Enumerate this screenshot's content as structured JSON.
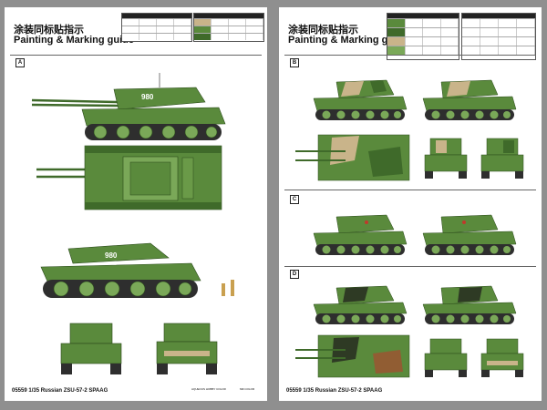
{
  "left_page": {
    "title_cn": "涂装同标贴指示",
    "title_en": "Painting & Marking guide",
    "section": "A",
    "footer": "05559 1/35 Russian ZSU-57-2 SPAAG",
    "turret_number": "980",
    "legend_note": "AQUEOUS HOBBY COLOR",
    "legend_note2": "MR.COLOR"
  },
  "right_page": {
    "title_cn": "涂装同标贴指示",
    "title_en": "Painting & Marking guide",
    "sections": [
      "B",
      "C",
      "D"
    ],
    "footer": "05559 1/35 Russian ZSU-57-2 SPAAG"
  },
  "colors": {
    "green": "#5a8a3c",
    "green_dark": "#3f6a2a",
    "green_light": "#7aa858",
    "tan": "#c9b48a",
    "track": "#2e2e2e",
    "header": "#222222"
  }
}
